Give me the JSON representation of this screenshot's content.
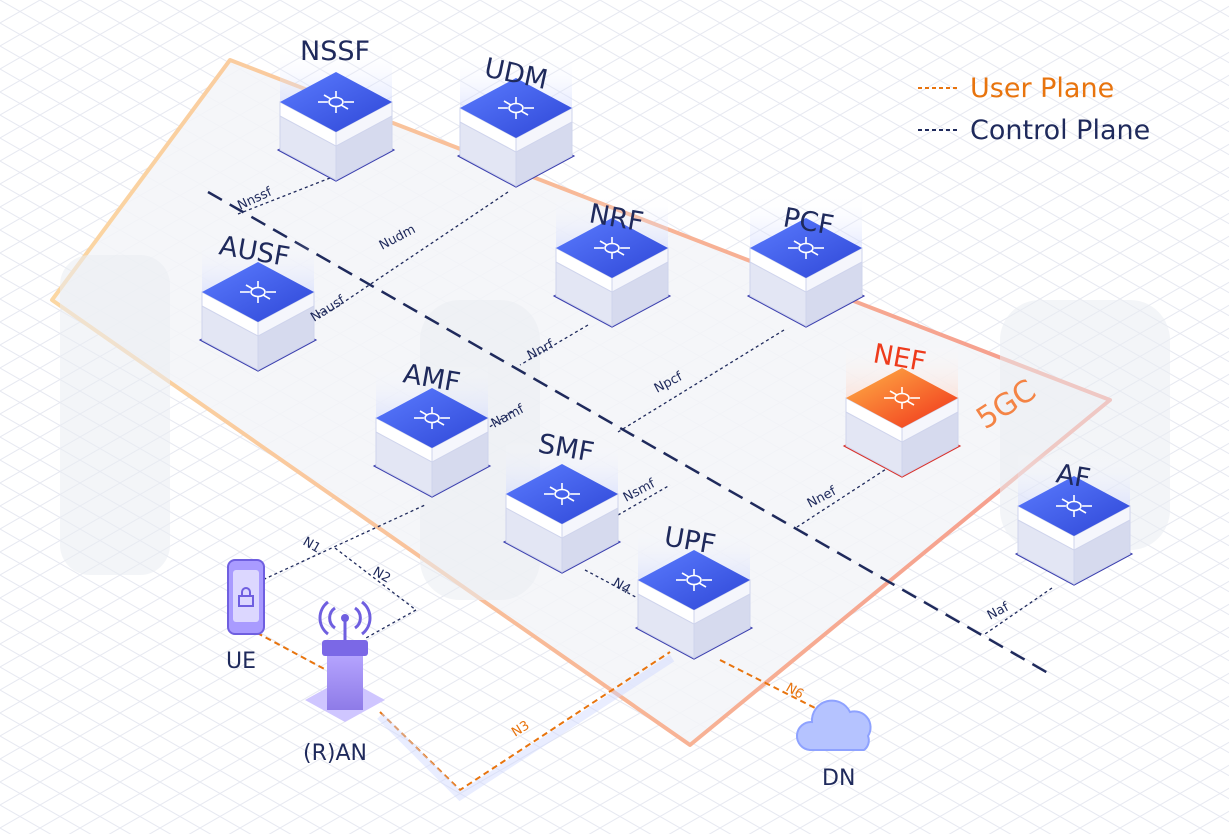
{
  "legend": {
    "user_plane": "User Plane",
    "control_plane": "Control Plane",
    "user_plane_color": "#e8740e",
    "control_plane_color": "#1f2a5c"
  },
  "core_label": "5GC",
  "functions": {
    "nssf": "NSSF",
    "udm": "UDM",
    "nrf": "NRF",
    "pcf": "PCF",
    "ausf": "AUSF",
    "amf": "AMF",
    "smf": "SMF",
    "nef": "NEF",
    "upf": "UPF",
    "af": "AF"
  },
  "endpoints": {
    "ue": "UE",
    "ran": "(R)AN",
    "dn": "DN"
  },
  "interfaces": {
    "nnssf": "Nnssf",
    "nudm": "Nudm",
    "nausf": "Nausf",
    "nnrf": "Nnrf",
    "npcf": "Npcf",
    "namf": "Namf",
    "nsmf": "Nsmf",
    "nnef": "Nnef",
    "naf": "Naf",
    "n1": "N1",
    "n2": "N2",
    "n3": "N3",
    "n4": "N4",
    "n6": "N6"
  },
  "colors": {
    "node_blue": "#3f5fe6",
    "node_highlight": "#f0461a",
    "plane_border": "#f7a58c"
  }
}
